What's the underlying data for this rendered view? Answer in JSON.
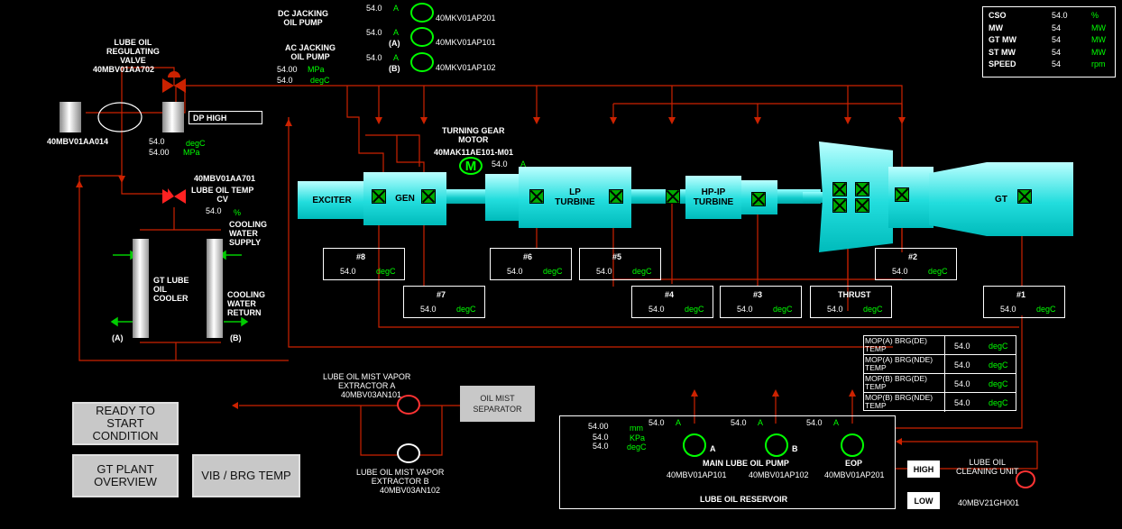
{
  "colors": {
    "pipe": "#cc2200",
    "value": "#ffffff",
    "unit": "#00ff00",
    "machine": "#22dddd",
    "button": "#c8c8c8"
  },
  "summary": {
    "rows": [
      {
        "label": "CSO",
        "value": "54.0",
        "unit": "%"
      },
      {
        "label": "MW",
        "value": "54",
        "unit": "MW"
      },
      {
        "label": "GT MW",
        "value": "54",
        "unit": "MW"
      },
      {
        "label": "ST MW",
        "value": "54",
        "unit": "MW"
      },
      {
        "label": "SPEED",
        "value": "54",
        "unit": "rpm"
      }
    ]
  },
  "jacking": {
    "dc_title": "DC JACKING\nOIL PUMP",
    "ac_title": "AC JACKING\nOIL PUMP",
    "pumps": [
      {
        "value": "54.0",
        "unit": "A",
        "tag": "40MKV01AP201",
        "sub": ""
      },
      {
        "value": "54.0",
        "unit": "A",
        "tag": "40MKV01AP101",
        "sub": "(A)"
      },
      {
        "value": "54.0",
        "unit": "A",
        "tag": "40MKV01AP102",
        "sub": "(B)"
      }
    ],
    "pressure": {
      "value": "54.00",
      "unit": "MPa"
    },
    "temp": {
      "value": "54.0",
      "unit": "degC"
    }
  },
  "reg_valve": {
    "title": "LUBE OIL\nREGULATING\nVALVE",
    "tag": "40MBV01AA702"
  },
  "filter": {
    "tag": "40MBV01AA014",
    "dp_label": "DP  HIGH",
    "temp": {
      "value": "54.0",
      "unit": "degC"
    },
    "press": {
      "value": "54.00",
      "unit": "MPa"
    }
  },
  "temp_cv": {
    "tag": "40MBV01AA701",
    "title": "LUBE OIL TEMP\nCV",
    "value": "54.0",
    "unit": "%"
  },
  "cooler": {
    "label": "GT LUBE\nOIL\nCOOLER",
    "supply": "COOLING\nWATER\nSUPPLY",
    "return": "COOLING\nWATER\nRETURN",
    "a": "(A)",
    "b": "(B)"
  },
  "turning_gear": {
    "title": "TURNING GEAR\nMOTOR",
    "tag": "40MAK11AE101-M01",
    "value": "54.0",
    "unit": "A",
    "glyph": "M"
  },
  "train": {
    "exciter": "EXCITER",
    "gen": "GEN",
    "lp": "LP\nTURBINE",
    "hpip": "HP-IP\nTURBINE",
    "gt": "GT"
  },
  "bearings": [
    {
      "label": "#8",
      "value": "54.0",
      "unit": "degC"
    },
    {
      "label": "#7",
      "value": "54.0",
      "unit": "degC"
    },
    {
      "label": "#6",
      "value": "54.0",
      "unit": "degC"
    },
    {
      "label": "#5",
      "value": "54.0",
      "unit": "degC"
    },
    {
      "label": "#4",
      "value": "54.0",
      "unit": "degC"
    },
    {
      "label": "#3",
      "value": "54.0",
      "unit": "degC"
    },
    {
      "label": "THRUST",
      "value": "54.0",
      "unit": "degC"
    },
    {
      "label": "#2",
      "value": "54.0",
      "unit": "degC"
    },
    {
      "label": "#1",
      "value": "54.0",
      "unit": "degC"
    }
  ],
  "mop_temps": [
    {
      "label": "MOP(A) BRG(DE)\nTEMP",
      "value": "54.0",
      "unit": "degC"
    },
    {
      "label": "MOP(A) BRG(NDE)\nTEMP",
      "value": "54.0",
      "unit": "degC"
    },
    {
      "label": "MOP(B) BRG(DE)\nTEMP",
      "value": "54.0",
      "unit": "degC"
    },
    {
      "label": "MOP(B) BRG(NDE)\nTEMP",
      "value": "54.0",
      "unit": "degC"
    }
  ],
  "mist": {
    "extA_title": "LUBE OIL MIST VAPOR\nEXTRACTOR A",
    "extA_tag": "40MBV03AN101",
    "extB_title": "LUBE OIL MIST VAPOR\nEXTRACTOR B",
    "extB_tag": "40MBV03AN102",
    "separator": "OIL MIST\nSEPARATOR"
  },
  "reservoir": {
    "title": "LUBE OIL RESERVOIR",
    "level": {
      "value": "54.00",
      "unit": "mm"
    },
    "press": {
      "value": "54.0",
      "unit": "KPa"
    },
    "temp": {
      "value": "54.0",
      "unit": "degC"
    },
    "pump_title": "MAIN LUBE OIL PUMP",
    "pumps": [
      {
        "value": "54.0",
        "unit": "A",
        "letter": "A",
        "tag": "40MBV01AP101"
      },
      {
        "value": "54.0",
        "unit": "A",
        "letter": "B",
        "tag": "40MBV01AP102"
      },
      {
        "value": "54.0",
        "unit": "A",
        "letter": "",
        "tag": "40MBV01AP201",
        "name": "EOP"
      }
    ]
  },
  "cleaning": {
    "title": "LUBE OIL\nCLEANING UNIT",
    "tag": "40MBV21GH001",
    "high": "HIGH",
    "low": "LOW"
  },
  "buttons": {
    "ready": "READY TO\nSTART\nCONDITION",
    "overview": "GT PLANT\nOVERVIEW",
    "vib": "VIB / BRG TEMP"
  }
}
